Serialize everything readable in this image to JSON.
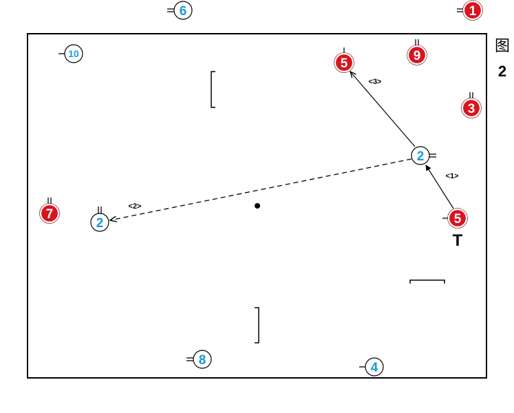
{
  "figure": {
    "label_char": "图",
    "label_num": "2"
  },
  "colors": {
    "red": "#d8141f",
    "blue": "#1b9ad6",
    "ink": "#000000",
    "white": "#ffffff"
  },
  "players": [
    {
      "id": "red-1",
      "team": "red",
      "number": "1"
    },
    {
      "id": "red-3",
      "team": "red",
      "number": "3"
    },
    {
      "id": "red-5a",
      "team": "red",
      "number": "5"
    },
    {
      "id": "red-5b",
      "team": "red",
      "number": "5"
    },
    {
      "id": "red-7",
      "team": "red",
      "number": "7"
    },
    {
      "id": "red-9",
      "team": "red",
      "number": "9"
    },
    {
      "id": "blue-2a",
      "team": "blue",
      "number": "2"
    },
    {
      "id": "blue-2b",
      "team": "blue",
      "number": "2"
    },
    {
      "id": "blue-4",
      "team": "blue",
      "number": "4"
    },
    {
      "id": "blue-6",
      "team": "blue",
      "number": "6"
    },
    {
      "id": "blue-8",
      "team": "blue",
      "number": "8"
    },
    {
      "id": "blue-10",
      "team": "blue",
      "number": "10"
    }
  ],
  "steps": [
    "<1>",
    "<2>",
    "<3>"
  ],
  "marker_T": "T"
}
